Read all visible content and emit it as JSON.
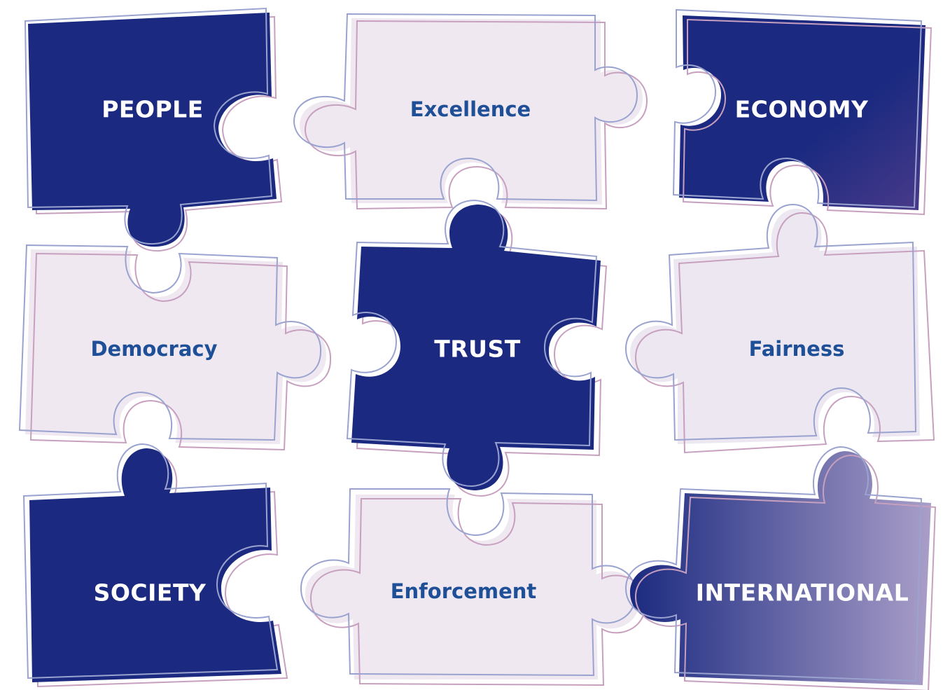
{
  "pieces": [
    {
      "id": "people",
      "label": "PEOPLE",
      "style": "dark"
    },
    {
      "id": "excellence",
      "label": "Excellence",
      "style": "light"
    },
    {
      "id": "economy",
      "label": "ECONOMY",
      "style": "dark"
    },
    {
      "id": "democracy",
      "label": "Democracy",
      "style": "light"
    },
    {
      "id": "trust",
      "label": "TRUST",
      "style": "dark"
    },
    {
      "id": "fairness",
      "label": "Fairness",
      "style": "light"
    },
    {
      "id": "society",
      "label": "SOCIETY",
      "style": "dark"
    },
    {
      "id": "enforcement",
      "label": "Enforcement",
      "style": "light"
    },
    {
      "id": "international",
      "label": "INTERNATIONAL",
      "style": "gradient"
    }
  ],
  "colors": {
    "dark": "#1b2a80",
    "light_fill": "#efe8f1",
    "light_text": "#1e4f97",
    "outline_blue": "#9aa3d0",
    "outline_pink": "#c8a0bf",
    "gradient_end": "#a99ec8"
  }
}
